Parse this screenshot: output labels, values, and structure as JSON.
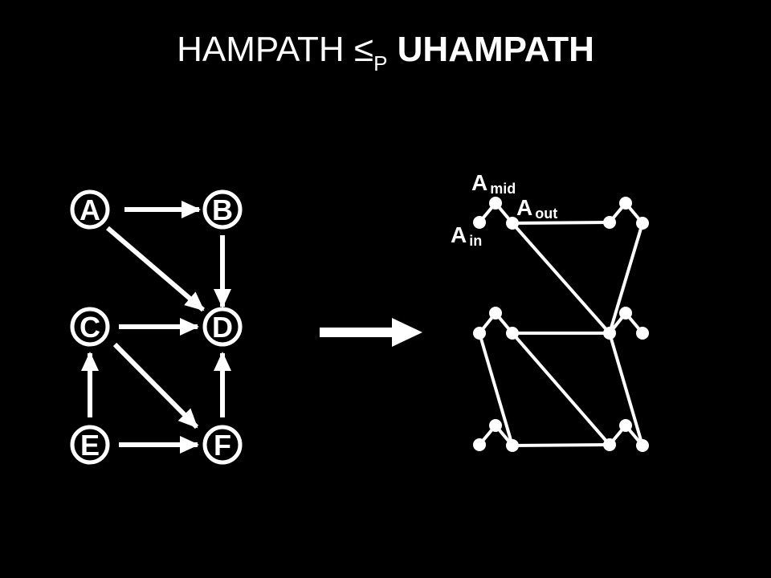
{
  "title": {
    "prefix": "HAMPATH ≤",
    "subscript": "P",
    "suffix": "UHAMPATH"
  },
  "directed_graph": {
    "nodes": [
      "A",
      "B",
      "C",
      "D",
      "E",
      "F"
    ],
    "edges": [
      [
        "A",
        "B"
      ],
      [
        "A",
        "D"
      ],
      [
        "B",
        "D"
      ],
      [
        "C",
        "D"
      ],
      [
        "C",
        "F"
      ],
      [
        "E",
        "C"
      ],
      [
        "E",
        "F"
      ],
      [
        "F",
        "D"
      ]
    ]
  },
  "gadget_labels": {
    "mid": {
      "main": "A",
      "sub": "mid"
    },
    "out": {
      "main": "A",
      "sub": "out"
    },
    "in": {
      "main": "A",
      "sub": "in"
    }
  },
  "colors": {
    "background": "#000000",
    "foreground": "#ffffff"
  }
}
